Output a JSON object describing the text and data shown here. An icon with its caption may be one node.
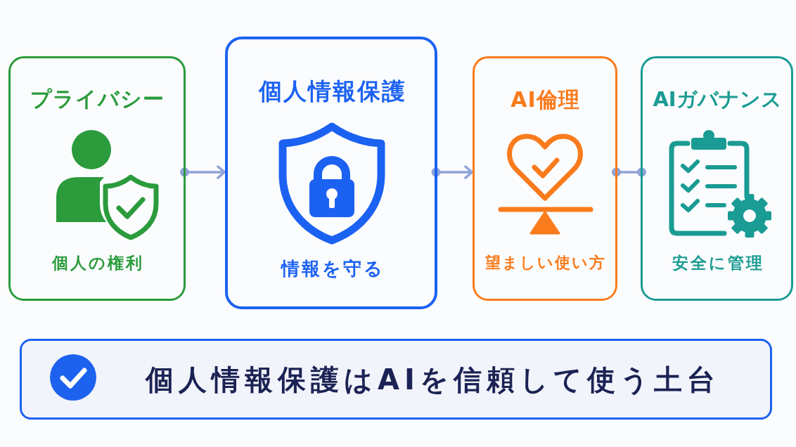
{
  "diagram": {
    "nodes": [
      {
        "text": [
          "プライバシー",
          "個人の権利"
        ]
      },
      {
        "text": [
          "個人情報保護",
          "情報を守る"
        ]
      },
      {
        "text": [
          "AI倫理",
          "望ましい使い方"
        ]
      },
      {
        "text": [
          "AIガバナンス",
          "安全に管理"
        ]
      },
      {
        "text": [
          "個人情報保護はAIを信頼して使う土台"
        ]
      }
    ],
    "edges": [
      {
        "from": 0,
        "to": 1,
        "arrow": "to"
      },
      {
        "from": 1,
        "to": 2,
        "arrow": "to"
      },
      {
        "from": 2,
        "to": 3,
        "arrow": "other"
      }
    ]
  }
}
